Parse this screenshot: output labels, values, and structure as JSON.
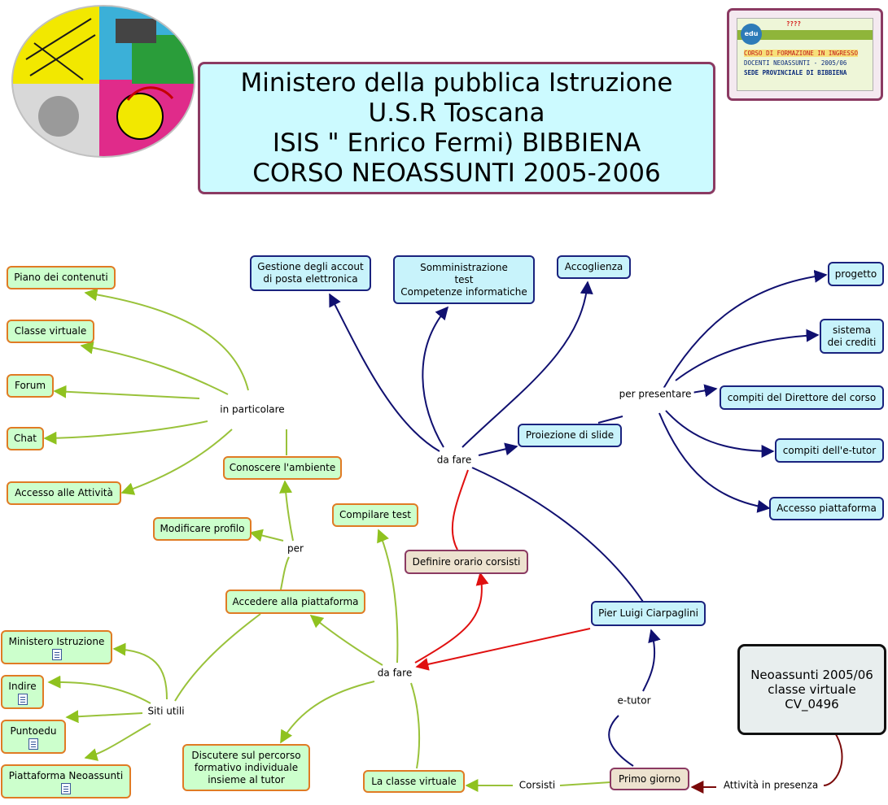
{
  "header": {
    "title_lines": [
      "Ministero della pubblica Istruzione",
      "U.S.R Toscana",
      "ISIS \" Enrico Fermi) BIBBIENA",
      "CORSO NEOASSUNTI 2005-2006"
    ]
  },
  "badge": {
    "lines": [
      "CORSO DI FORMAZIONE IN INGRESSO",
      "DOCENTI  NEOASSUNTI - 2005/06",
      "SEDE PROVINCIALE DI BIBBIENA"
    ],
    "logo_text": "edu",
    "overlay_text": "????"
  },
  "info_box": {
    "lines": [
      "Neoassunti 2005/06",
      "classe virtuale",
      "CV_0496"
    ]
  },
  "nodes": {
    "gestione": "Gestione degli accout\ndi posta elettronica",
    "somministrazione": "Somministrazione\ntest\nCompetenze informatiche",
    "accoglienza": "Accoglienza",
    "progetto": "progetto",
    "sistema_crediti": "sistema\ndei crediti",
    "compiti_direttore": "compiti del Direttore del corso",
    "compiti_etutor": "compiti dell'e-tutor",
    "accesso_piattaforma": "Accesso piattaforma",
    "proiezione_slide": "Proiezione di slide",
    "pier_luigi": "Pier Luigi Ciarpaglini",
    "piano_contenuti": "Piano dei contenuti",
    "classe_virtuale_lbl": "Classe virtuale",
    "forum": "Forum",
    "chat": "Chat",
    "accesso_attivita": "Accesso alle Attività",
    "conoscere_ambiente": "Conoscere l'ambiente",
    "modificare_profilo": "Modificare profilo",
    "compilare_test": "Compilare test",
    "definire_orario": "Definire orario corsisti",
    "accedere_piattaforma": "Accedere alla piattaforma",
    "ministero_istruzione": "Ministero Istruzione",
    "indire": "Indire",
    "puntoedu": "Puntoedu",
    "piattaforma_neoassunti": "Piattaforma Neoassunti",
    "discutere_percorso": "Discutere sul percorso\nformativo individuale\ninsieme al tutor",
    "la_classe_virtuale": "La classe virtuale",
    "primo_giorno": "Primo giorno"
  },
  "labels": {
    "da_fare_top": "da fare",
    "da_fare_bottom": "da fare",
    "per_presentare": "per presentare",
    "in_particolare": "in particolare",
    "per": "per",
    "siti_utili": "Siti utili",
    "e_tutor": "e-tutor",
    "corsisti": "Corsisti",
    "attivita_presenza": "Attività  in presenza"
  },
  "colors": {
    "navy": "#101070",
    "green": "#99c23a",
    "red": "#e01010",
    "maroon": "#7a0a0a",
    "node_green_border": "#e07b24"
  }
}
